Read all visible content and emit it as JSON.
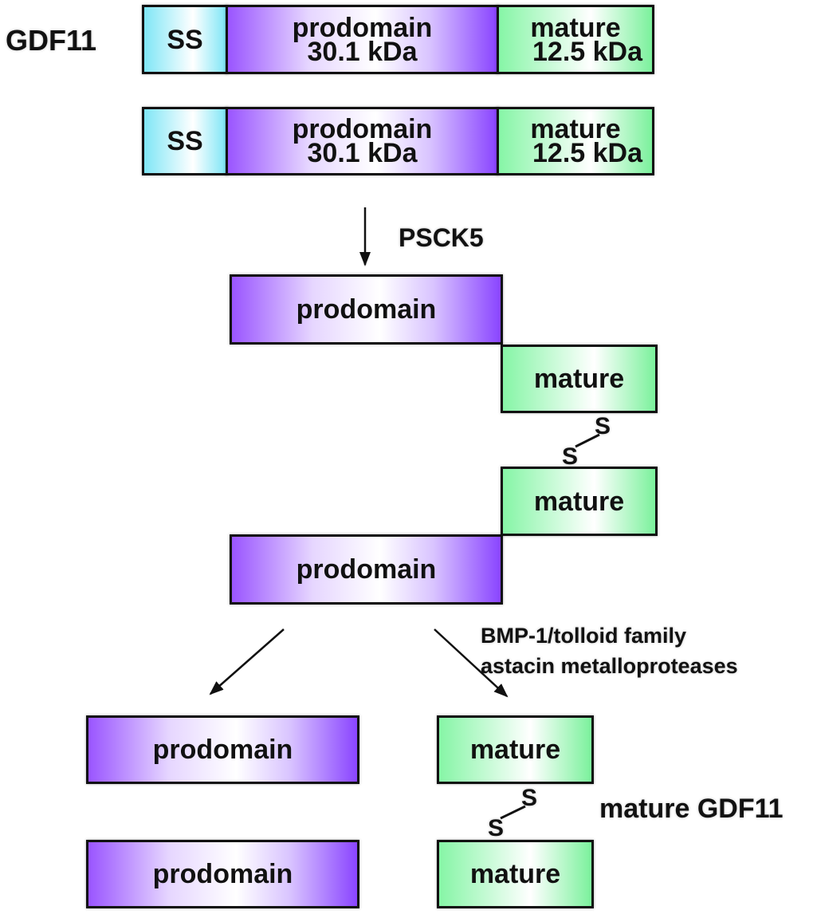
{
  "title_label": "GDF11",
  "precursors": [
    {
      "ss": "SS",
      "prodomain": "prodomain",
      "prodomain_mass": "30.1 kDa",
      "mature": "mature",
      "mature_mass": "12.5 kDa"
    },
    {
      "ss": "SS",
      "prodomain": "prodomain",
      "prodomain_mass": "30.1 kDa",
      "mature": "mature",
      "mature_mass": "12.5 kDa"
    }
  ],
  "enzyme1": "PSCK5",
  "complex": {
    "prodomain_top": "prodomain",
    "mature_top": "mature",
    "mature_bottom": "mature",
    "prodomain_bottom": "prodomain",
    "disulfide_s1": "S",
    "disulfide_s2": "S"
  },
  "enzyme2_line1": "BMP-1/tolloid family",
  "enzyme2_line2": "astacin metalloproteases",
  "products": {
    "prodomain_1": "prodomain",
    "prodomain_2": "prodomain",
    "mature_1": "mature",
    "mature_2": "mature",
    "disulfide_s1": "S",
    "disulfide_s2": "S",
    "label": "mature GDF11"
  },
  "colors": {
    "ss": "#7fe6f6",
    "prodomain": "#8a45ff",
    "mature": "#7bf19c"
  }
}
